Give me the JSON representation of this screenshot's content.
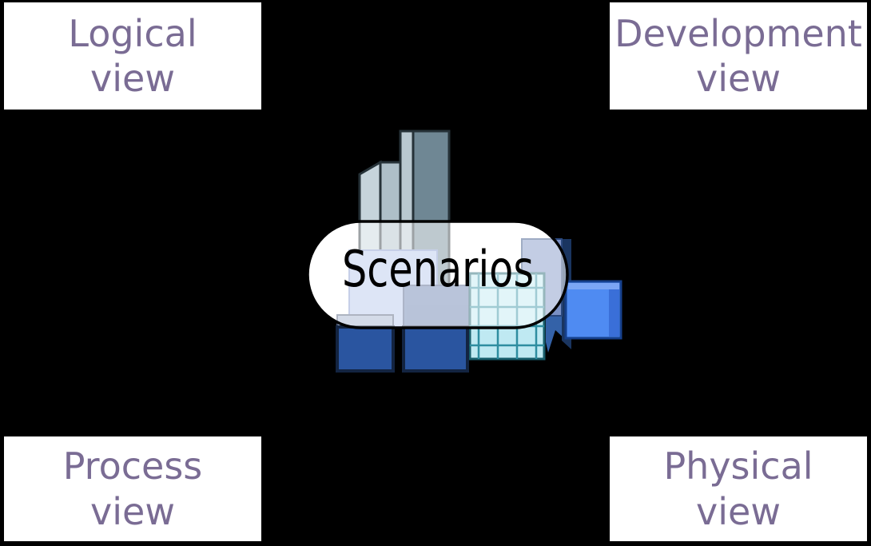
{
  "title_not_shown": null,
  "theme": {
    "bg": "#000000",
    "quad-bg": "#ffffff",
    "quad-text": "#7a6c94"
  },
  "quadrants": [
    {
      "id": "logical",
      "line1": "Logical",
      "line2": "view",
      "position": "top-left"
    },
    {
      "id": "development",
      "line1": "Development",
      "line2": "view",
      "position": "top-right"
    },
    {
      "id": "process",
      "line1": "Process",
      "line2": "view",
      "position": "bottom-left"
    },
    {
      "id": "physical",
      "line1": "Physical",
      "line2": "view",
      "position": "bottom-right"
    }
  ],
  "center": {
    "label": "Scenarios",
    "illustration": "city-buildings-icon",
    "colors": {
      "pill_fill": "#ffffff",
      "pill_outline": "#000000",
      "label_color": "#000000",
      "tower_dark": "#6f8794",
      "tower_light": "#b9c8d0",
      "building_left_light": "#c6d4db",
      "building_left_shade": "#aebfc8",
      "building_outline": "#263238",
      "lavender_building": "#b3c5ea",
      "slate_box": "#647cad",
      "gray_bar": "#9fb0cc",
      "glass_grid_fill": "#bfe9f2",
      "glass_grid_line": "#2e8da0",
      "glass_grid_outline": "#175d6b",
      "panel_blue": "#7a90c4",
      "ribbon_blue": "#3462a8",
      "navy_side": "#1a3560",
      "deep_blue_square": "#2a55a0",
      "deep_blue_outline": "#132441",
      "bright_blue_square": "#4f8bf2",
      "bright_blue_highlight": "#7ba6f5",
      "bright_blue_shade": "#3a6fd8",
      "bright_blue_outline": "#16408c"
    }
  }
}
